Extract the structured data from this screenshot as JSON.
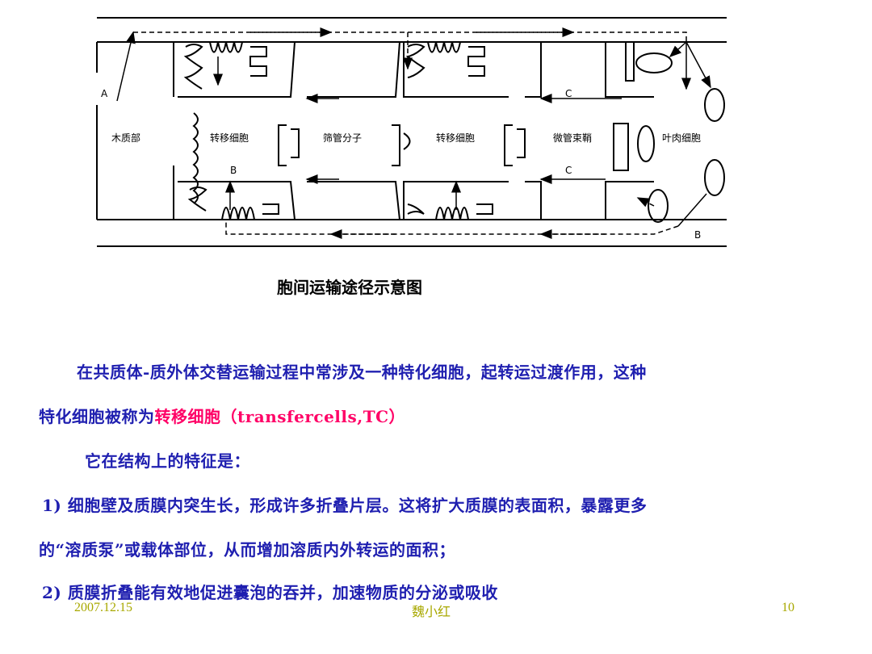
{
  "diagram": {
    "labels": {
      "A": "A",
      "B_left": "B",
      "B_right": "B",
      "C_top": "C",
      "C_bottom": "C",
      "xylem": "木质部",
      "transfer_cell_1": "转移细胞",
      "sieve_element": "筛管分子",
      "transfer_cell_2": "转移细胞",
      "bundle_sheath": "微管束鞘",
      "mesophyll_cell": "叶肉细胞"
    },
    "caption": "胞间运输途径示意图"
  },
  "body": {
    "p1_line1": "在共质体-质外体交替运输过程中常涉及一种特化细胞，起转运过渡作用，这种",
    "p1_line2_prefix": "特化细胞被称为",
    "p1_term": "转移细胞（transfercells,TC）",
    "p2": "它在结构上的特征是：",
    "item1_line1": "1) 细胞壁及质膜内突生长，形成许多折叠片层。这将扩大质膜的表面积，暴露更多",
    "item1_line2": "的“溶质泵”或载体部位，从而增加溶质内外转运的面积；",
    "item2": "2) 质膜折叠能有效地促进囊泡的吞并，加速物质的分泌或吸收"
  },
  "footer": {
    "date": "2007.12.15",
    "author": "魏小红",
    "page": "10"
  }
}
